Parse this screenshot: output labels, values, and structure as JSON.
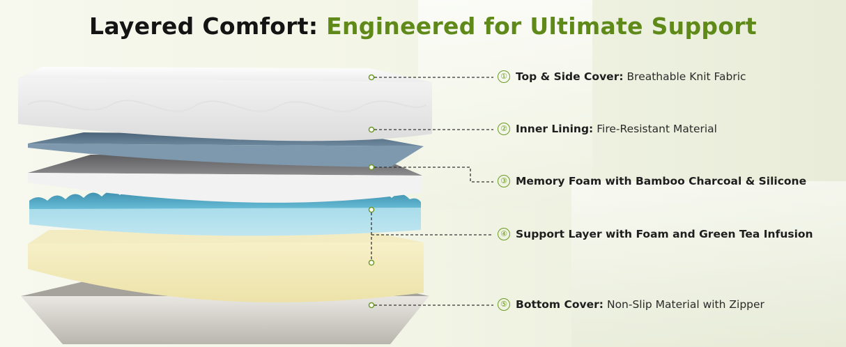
{
  "headline": {
    "part1": "Layered Comfort:",
    "part2": "Engineered for Ultimate Support"
  },
  "colors": {
    "accent_green": "#5f8a1a",
    "title_black": "#141414"
  },
  "layers": [
    {
      "num": "①",
      "name": "Top & Side Cover:",
      "desc": "Breathable Knit Fabric"
    },
    {
      "num": "②",
      "name": "Inner Lining:",
      "desc": "Fire-Resistant Material"
    },
    {
      "num": "③",
      "name": "Memory Foam with Bamboo Charcoal & Silicone",
      "desc": ""
    },
    {
      "num": "④",
      "name": "Support Layer with Foam and Green Tea Infusion",
      "desc": ""
    },
    {
      "num": "⑤",
      "name": "Bottom Cover:",
      "desc": "Non-Slip Material with Zipper"
    }
  ]
}
